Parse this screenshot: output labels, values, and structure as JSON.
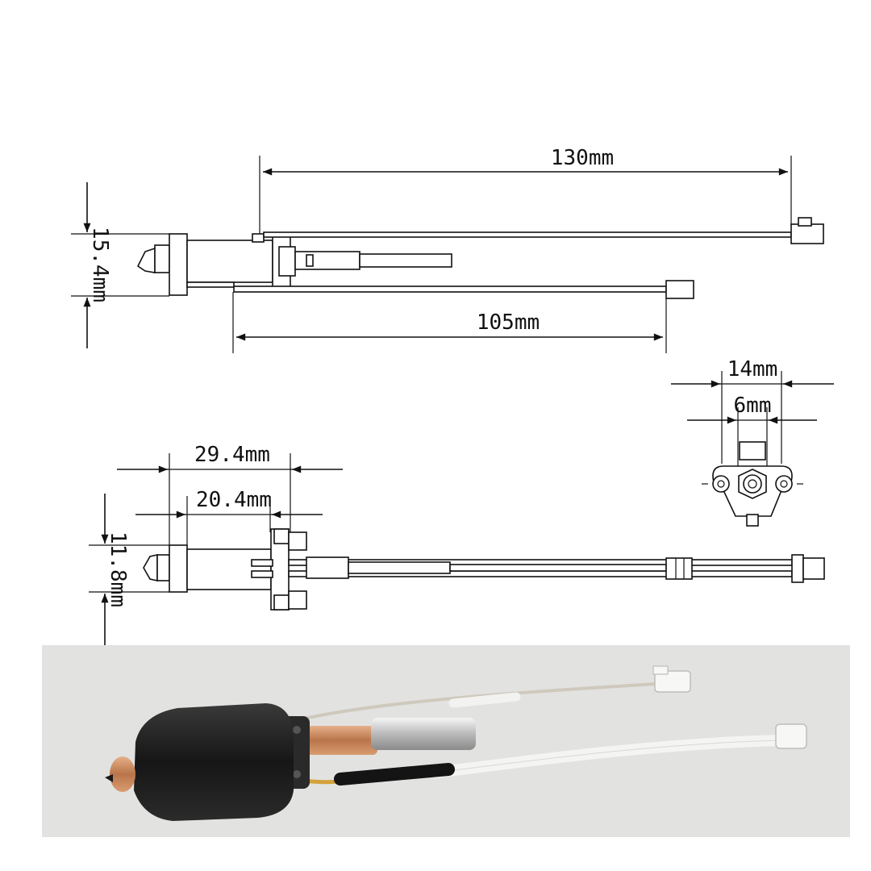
{
  "dimensions": {
    "top_length": "130mm",
    "bottom_length": "105mm",
    "side_height_top": "15.4mm",
    "front_width": "14mm",
    "front_inner": "6mm",
    "bottom_width_outer": "29.4mm",
    "bottom_width_inner": "20.4mm",
    "side_height_bottom": "11.8mm"
  },
  "colors": {
    "line": "#111111",
    "photo_bg": "#e2e2e0",
    "heater_block": "#1e1e1e",
    "copper": "#c98a5e",
    "cable": "#f4f4f2"
  }
}
